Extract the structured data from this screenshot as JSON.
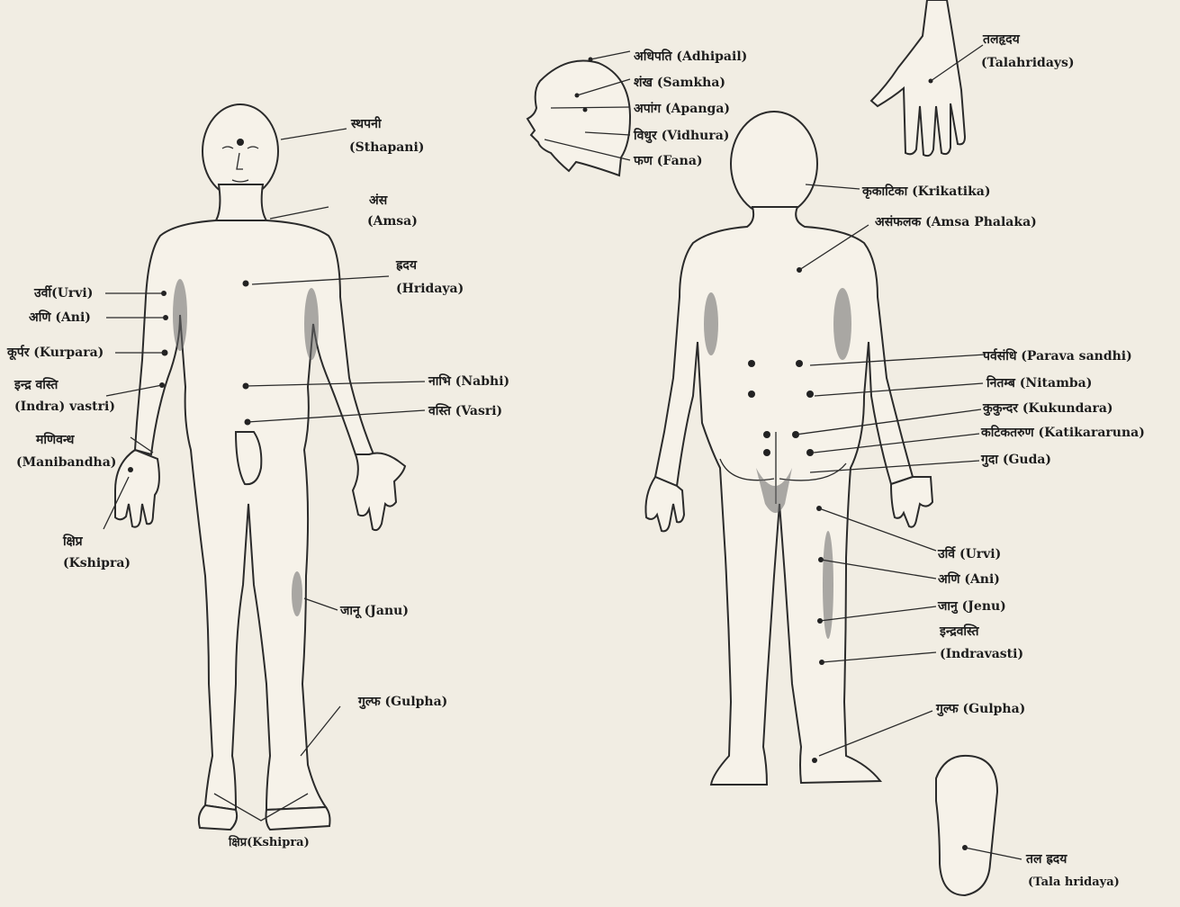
{
  "labels": {
    "sthapani_dev": "स्थपनी",
    "sthapani_en": "(Sthapani)",
    "amsa_dev": "अंस",
    "amsa_en": "(Amsa)",
    "hridaya_dev": "ह्रदय",
    "hridaya_en": "(Hridaya)",
    "urvi_front": "उर्वी(Urvi)",
    "ani_front": "अणि (Ani)",
    "kurpara": "कूर्पर (Kurpara)",
    "indra_dev": "इन्द्र वस्ति",
    "indra_en": "(Indra) vastri)",
    "nabhi": "नाभि (Nabhi)",
    "vasti": "वस्ति (Vasri)",
    "manibandha_dev": "मणिवन्ध",
    "manibandha_en": "(Manibandha)",
    "kshipra_dev": "क्षिप्र",
    "kshipra_en": "(Kshipra)",
    "janu_front": "जानू (Janu)",
    "gulpha_front": "गुल्फ (Gulpha)",
    "kshipra_foot": "क्षिप्र(Kshipra)",
    "adhipati": "अधिपति (Adhipail)",
    "samkha": "शंख (Samkha)",
    "apanga": "अपांग (Apanga)",
    "vidhura": "विधुर (Vidhura)",
    "fana": "फण (Fana)",
    "talahridaya_dev": "तलहृदय",
    "talahridaya_en": "(Talahridays)",
    "krikatika": "कृकाटिका (Krikatika)",
    "amsaphalaka": "असंफलक (Amsa Phalaka)",
    "parava": "पर्वसंधि (Parava sandhi)",
    "nitamba": "नितम्ब (Nitamba)",
    "kukundara": "कुकुन्दर (Kukundara)",
    "katikataruna": "कटिकतरुण (Katikararuna)",
    "guda": "गुदा (Guda)",
    "urvi_back": "उर्वि (Urvi)",
    "ani_back": "अणि (Ani)",
    "janu_back": "जानु (Jenu)",
    "indravasti_dev": "इन्द्रवस्ति",
    "indravasti_en": "(Indravasti)",
    "gulpha_back": "गुल्फ (Gulpha)",
    "tala_dev": "तल ह्रदय",
    "tala_en": "(Tala hridaya)"
  },
  "colors": {
    "ink": "#1d1d1d",
    "paper": "#f1ede3",
    "body_fill": "#f6f2e9",
    "shade": "#6a6a6a"
  }
}
